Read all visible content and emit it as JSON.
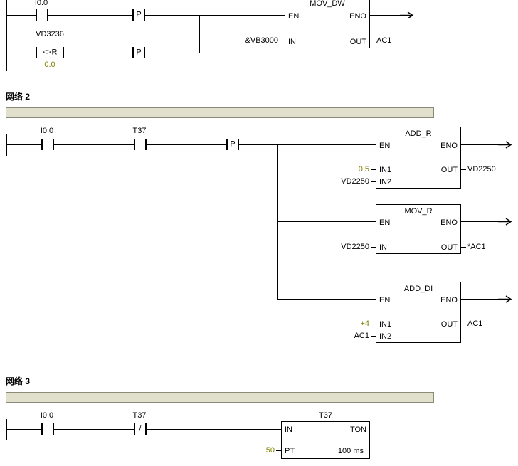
{
  "network1": {
    "rung1": {
      "contact_label": "I0.0",
      "edge_label": "P"
    },
    "rung2": {
      "operand": "VD3236",
      "compare_symbol": "<>R",
      "constant": "0.0",
      "edge_label": "P"
    },
    "mov_dw": {
      "title": "MOV_DW",
      "en": "EN",
      "eno": "ENO",
      "in": "IN",
      "out": "OUT",
      "in_operand": "&VB3000",
      "out_operand": "AC1"
    }
  },
  "network2": {
    "title": "网络 2",
    "contact1_label": "I0.0",
    "contact2_label": "T37",
    "edge_label": "P",
    "add_r": {
      "title": "ADD_R",
      "en": "EN",
      "eno": "ENO",
      "in1": "IN1",
      "in2": "IN2",
      "out": "OUT",
      "in1_operand": "0.5",
      "in2_operand": "VD2250",
      "out_operand": "VD2250"
    },
    "mov_r": {
      "title": "MOV_R",
      "en": "EN",
      "eno": "ENO",
      "in": "IN",
      "out": "OUT",
      "in_operand": "VD2250",
      "out_operand": "*AC1"
    },
    "add_di": {
      "title": "ADD_DI",
      "en": "EN",
      "eno": "ENO",
      "in1": "IN1",
      "in2": "IN2",
      "out": "OUT",
      "in1_operand": "+4",
      "in2_operand": "AC1",
      "out_operand": "AC1"
    }
  },
  "network3": {
    "title": "网络 3",
    "contact1_label": "I0.0",
    "contact2_label": "T37",
    "contact2_symbol": "/",
    "timer": {
      "operand": "T37",
      "box_type": "TON",
      "in": "IN",
      "pt": "PT",
      "pt_operand": "50",
      "time_base": "100 ms"
    }
  },
  "colors": {
    "constant": "#808000",
    "comment_bg": "#e0e0cd",
    "wire": "#000000"
  }
}
